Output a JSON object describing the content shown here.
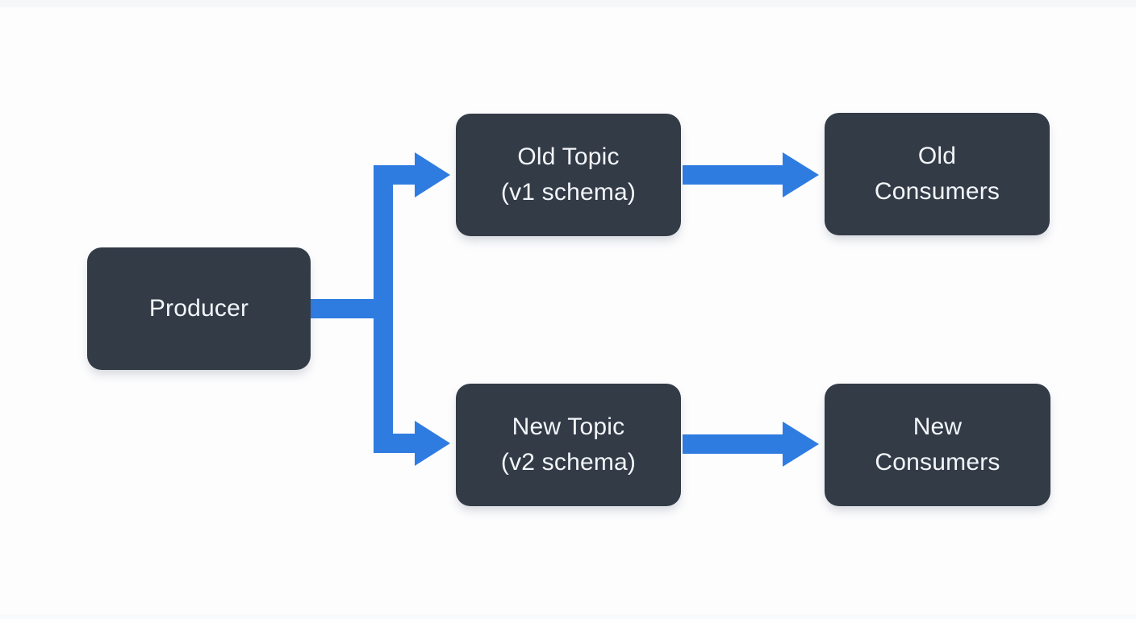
{
  "page": {
    "background": "#fdfdfe"
  },
  "diagram": {
    "colors": {
      "node_fill": "#333b47",
      "node_text": "#f3f6f9",
      "arrow": "#2f7ce1"
    },
    "nodes": [
      {
        "id": "producer",
        "label": "Producer"
      },
      {
        "id": "old-topic",
        "label": "Old Topic\n(v1 schema)"
      },
      {
        "id": "new-topic",
        "label": "New Topic\n(v2 schema)"
      },
      {
        "id": "old-consumers",
        "label": "Old\nConsumers"
      },
      {
        "id": "new-consumers",
        "label": "New\nConsumers"
      }
    ],
    "edges": [
      {
        "from": "producer",
        "to": "old-topic"
      },
      {
        "from": "producer",
        "to": "new-topic"
      },
      {
        "from": "old-topic",
        "to": "old-consumers"
      },
      {
        "from": "new-topic",
        "to": "new-consumers"
      }
    ]
  }
}
